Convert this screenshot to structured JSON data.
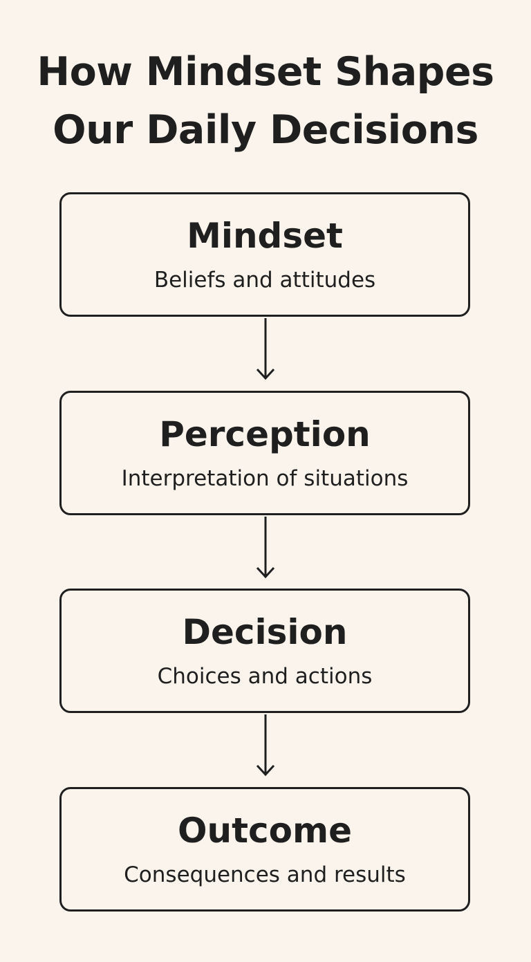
{
  "title": {
    "line1": "How Mindset Shapes",
    "line2": "Our Daily Decisions"
  },
  "steps": [
    {
      "heading": "Mindset",
      "description": "Beliefs and attitudes"
    },
    {
      "heading": "Perception",
      "description": "Interpretation of situations"
    },
    {
      "heading": "Decision",
      "description": "Choices and actions"
    },
    {
      "heading": "Outcome",
      "description": "Consequences and results"
    }
  ]
}
